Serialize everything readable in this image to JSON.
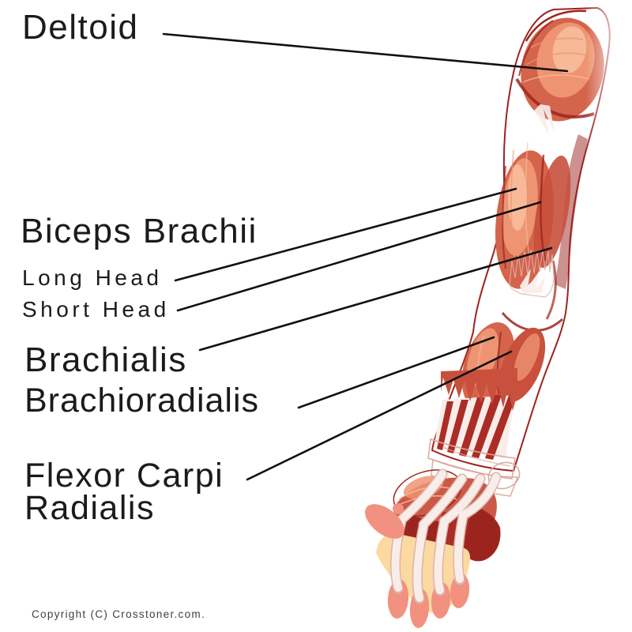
{
  "figure": {
    "type": "anatomical-diagram",
    "subject": "Human arm muscles, anterior-lateral view, shoulder to hand"
  },
  "labels": [
    {
      "text": "Deltoid",
      "size": "large",
      "line": [
        207,
        43,
        718,
        90
      ]
    },
    {
      "text": "Biceps Brachii",
      "size": "large",
      "line": null
    },
    {
      "text": "Long Head",
      "size": "small",
      "line": [
        222,
        355,
        653,
        239
      ]
    },
    {
      "text": "Short Head",
      "size": "small",
      "line": [
        225,
        393,
        684,
        256
      ]
    },
    {
      "text": "Brachialis",
      "size": "large",
      "line": [
        253,
        443,
        698,
        314
      ]
    },
    {
      "text": "Brachioradialis",
      "size": "large",
      "line": [
        378,
        516,
        625,
        427
      ]
    },
    {
      "text": "Flexor Carpi",
      "size": "large",
      "line": [
        313,
        607,
        647,
        445
      ]
    },
    {
      "text": "Radialis",
      "size": "large",
      "line": null
    }
  ],
  "footer": {
    "copyright": "Copyright (C) Crosstoner.com."
  },
  "colors": {
    "ink": "#1b1b1b",
    "line": "#111111",
    "copy-ink": "#3f3f3f",
    "muscle-base": "#c8503c",
    "muscle-mid": "#d4644c",
    "muscle-deep": "#9c241f",
    "muscle-dark": "#ab2d26",
    "muscle-hi": "#ef9472",
    "muscle-light": "#f7bc9c",
    "tendon": "#f9edea",
    "tendon-edge": "#dcb3aa",
    "wrap": "#f5e2dc",
    "wrap-edge": "#d9a79c",
    "skin-tip": "#f2917f",
    "fat-yellow": "#fbd9a0"
  }
}
